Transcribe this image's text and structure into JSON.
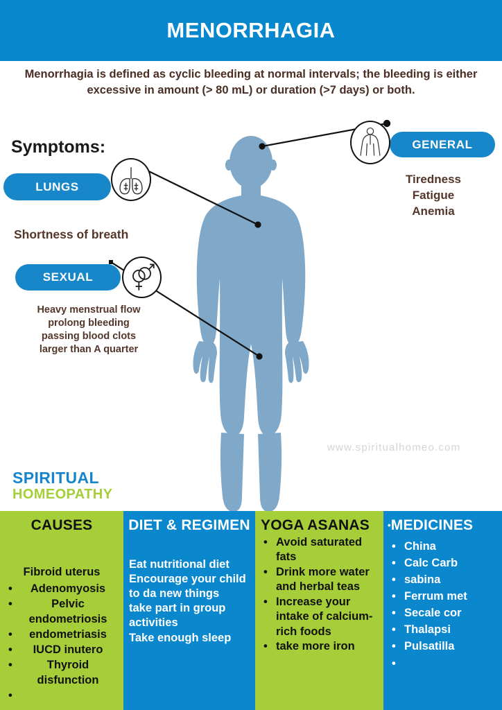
{
  "header": {
    "title": "MENORRHAGIA",
    "band_color": "#0787CE"
  },
  "definition": {
    "text": "Menorrhagia is defined as cyclic bleeding at normal intervals; the bleeding is either excessive in amount (> 80 mL) or duration (>7 days) or both."
  },
  "symptoms": {
    "heading": "Symptoms:",
    "groups": [
      {
        "pill_label": "LUNGS",
        "icon": "lungs-icon",
        "description": "Shortness of breath"
      },
      {
        "pill_label": "SEXUAL",
        "icon": "gender-symbols-icon",
        "description": "Heavy menstrual flow prolong bleeding passing blood clots larger than A quarter"
      },
      {
        "pill_label": "GENERAL",
        "icon": "human-body-icon",
        "description": "Tiredness Fatigue Anemia"
      }
    ],
    "sexual_lines": [
      "Heavy menstrual flow",
      "prolong bleeding",
      "passing blood clots",
      "larger than A quarter"
    ],
    "general_lines": [
      "Tiredness",
      "Fatigue",
      "Anemia"
    ]
  },
  "watermark": {
    "text": "www.spiritualhomeo.com"
  },
  "brand": {
    "line1": "SPIRITUAL",
    "line2": "HOMEOPATHY",
    "line1_color": "#1785CB",
    "line2_color": "#A6CE39"
  },
  "panels": [
    {
      "title": "CAUSES",
      "bg_color": "#A6CE39",
      "lead": "Fibroid uterus",
      "items": [
        "Adenomyosis",
        "Pelvic endometriosis",
        "endometriasis",
        "IUCD inutero",
        "Thyroid disfunction",
        ""
      ]
    },
    {
      "title": "DIET & REGIMEN",
      "bg_color": "#0B87CE",
      "items": [
        "Eat nutritional diet",
        "Encourage your child to da new things",
        "take part in group activities",
        "Take enough sleep"
      ]
    },
    {
      "title": "YOGA ASANAS",
      "bg_color": "#A6CE39",
      "items": [
        "Avoid saturated fats",
        "Drink more water and herbal teas",
        "Increase your intake of calcium-rich foods",
        "take more iron"
      ]
    },
    {
      "title": "MEDICINES",
      "bg_color": "#0B87CE",
      "items": [
        "China",
        "Calc Carb",
        "sabina",
        "Ferrum met",
        "Secale cor",
        "Thalapsi",
        "Pulsatilla",
        ""
      ]
    }
  ],
  "colors": {
    "pill_blue": "#1787C9",
    "body_silhouette": "#7FA8C9",
    "brown_text": "#54362B"
  }
}
